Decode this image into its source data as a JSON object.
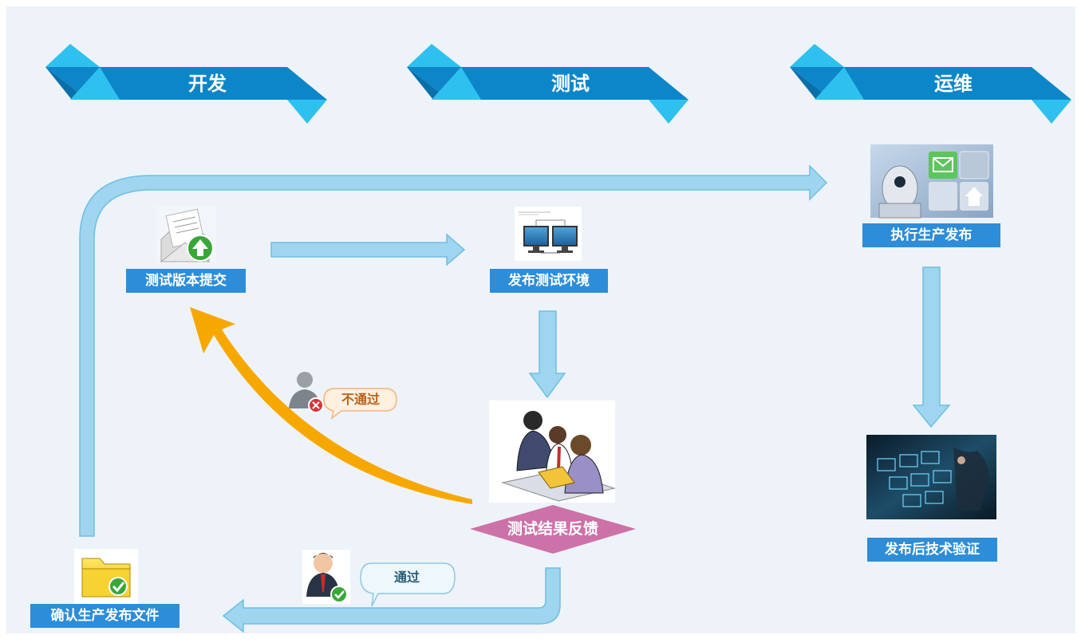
{
  "colors": {
    "background": "#eef3f9",
    "banner_blue": "#0d86c9",
    "banner_light": "#2ec1ef",
    "label_blue": "#2d8dd8",
    "arrow_fill": "#9fd5ee",
    "arrow_stroke": "#6fbfe4",
    "reject_arrow": "#f7a800",
    "decision_diamond": "#cc72a8"
  },
  "banners": [
    {
      "id": "dev",
      "label": "开发"
    },
    {
      "id": "test",
      "label": "测试"
    },
    {
      "id": "ops",
      "label": "运维"
    }
  ],
  "nodes": {
    "submit": {
      "label": "测试版本提交",
      "icon": "mail-upload-icon"
    },
    "deploy_test": {
      "label": "发布测试环境",
      "icon": "computers-network-icon"
    },
    "feedback": {
      "label": "测试结果反馈",
      "icon": "team-meeting-icon"
    },
    "confirm": {
      "label": "确认生产发布文件",
      "icon": "folder-check-icon"
    },
    "prod_release": {
      "label": "执行生产发布",
      "icon": "robot-icon"
    },
    "verify": {
      "label": "发布后技术验证",
      "icon": "tech-touch-icon"
    }
  },
  "bubbles": {
    "fail": {
      "text": "不通过",
      "icon": "user-reject-icon"
    },
    "pass": {
      "text": "通过",
      "icon": "user-approve-icon"
    }
  }
}
